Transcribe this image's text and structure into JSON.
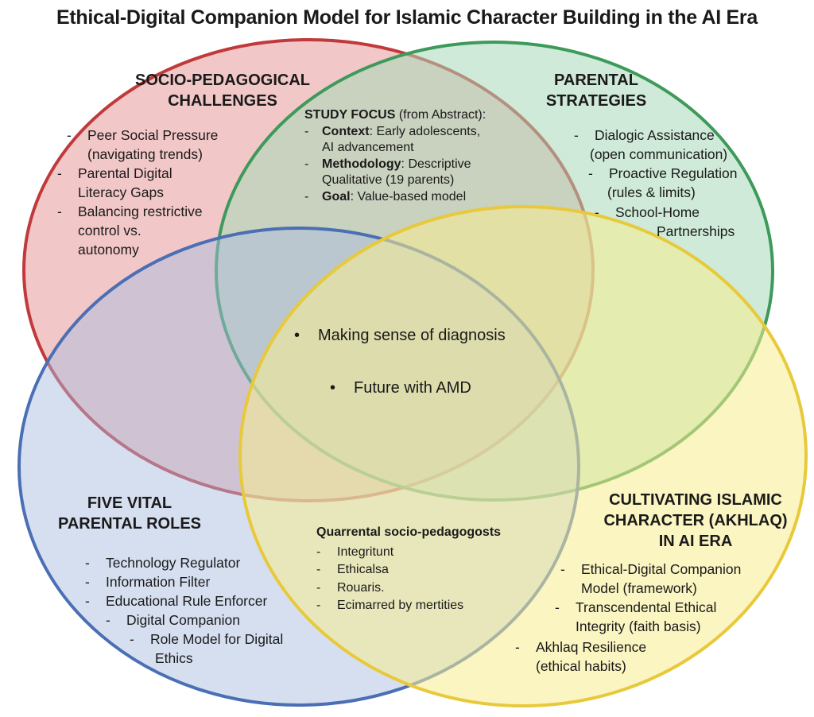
{
  "title": "Ethical-Digital Companion Model for Islamic Character Building in the AI Era",
  "circles": {
    "red": {
      "stroke": "#c0393b",
      "fill": "#e8999a"
    },
    "green": {
      "stroke": "#3d9a5a",
      "fill": "#a8d9b8"
    },
    "blue": {
      "stroke": "#4b6fb5",
      "fill": "#a9bde0"
    },
    "yellow": {
      "stroke": "#e8c93b",
      "fill": "#f7ed8f"
    }
  },
  "socio": {
    "heading_line1": "SOCIO-PEDAGOGICAL",
    "heading_line2": "CHALLENGES",
    "items": [
      "Peer Social Pressure",
      "(navigating trends)",
      "Parental Digital",
      "Literacy Gaps",
      "Balancing restrictive",
      "control vs.",
      "autonomy"
    ]
  },
  "parental": {
    "heading_line1": "PARENTAL",
    "heading_line2": "STRATEGIES",
    "items": [
      "Dialogic Assistance",
      "(open communication)",
      "Proactive Regulation",
      "(rules & limits)",
      "School-Home",
      "Partnerships"
    ]
  },
  "study": {
    "heading_bold": "STUDY FOCUS",
    "heading_rest": " (from Abstract):",
    "context_label": "Context",
    "context_text": ": Early adolescents,",
    "context_line2": "AI advancement",
    "method_label": "Methodology",
    "method_text": ": Descriptive",
    "method_line2": "Qualitative (19 parents)",
    "goal_label": "Goal",
    "goal_text": ": Value-based model"
  },
  "center": {
    "item1": "Making sense of diagnosis",
    "item2": "Future with AMD"
  },
  "roles": {
    "heading_line1": "FIVE VITAL",
    "heading_line2": "PARENTAL ROLES",
    "items": [
      "Technology Regulator",
      "Information Filter",
      "Educational Rule Enforcer",
      "Digital Companion",
      "Role Model for Digital",
      "Ethics"
    ]
  },
  "quarrental": {
    "heading": "Quarrental socio-pedagogosts",
    "items": [
      "Integritunt",
      "Ethicalsa",
      "Rouaris.",
      "Ecimarred by mertities"
    ]
  },
  "islamic": {
    "heading_line1": "CULTIVATING ISLAMIC",
    "heading_line2": "CHARACTER (AKHLAQ)",
    "heading_line3": "IN AI ERA",
    "items": [
      "Ethical-Digital Companion",
      "Model (framework)",
      "Transcendental Ethical",
      "Integrity (faith basis)",
      "Akhlaq Resilience",
      "(ethical habits)"
    ]
  },
  "symbols": {
    "dash": "-",
    "bullet": "•"
  }
}
